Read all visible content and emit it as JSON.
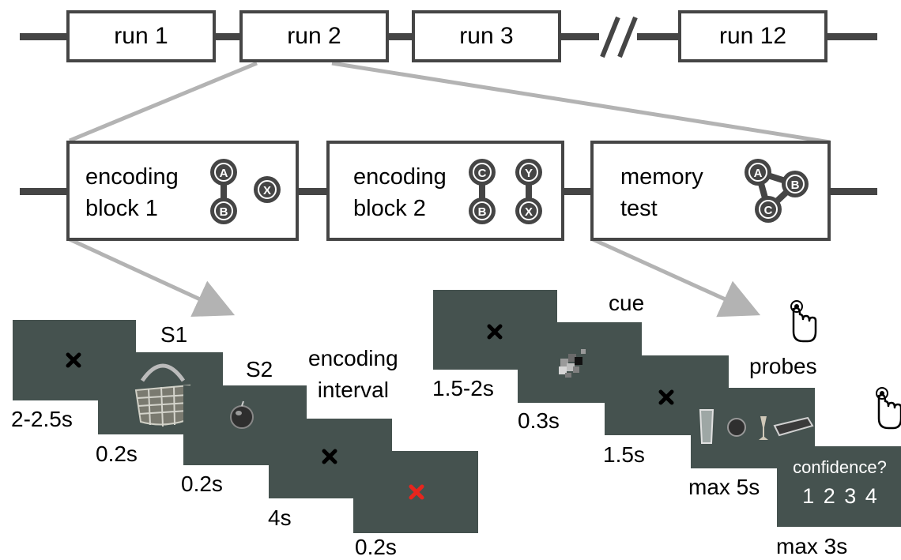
{
  "runs": [
    "run 1",
    "run 2",
    "run 3",
    "run 12"
  ],
  "blocks": {
    "encoding1": {
      "line1": "encoding",
      "line2": "block 1",
      "pairs": [
        [
          "A",
          "B"
        ]
      ],
      "single": "X"
    },
    "encoding2": {
      "line1": "encoding",
      "line2": "block 2",
      "pairs": [
        [
          "C",
          "B"
        ],
        [
          "Y",
          "X"
        ]
      ]
    },
    "memory": {
      "line1": "memory",
      "line2": "test",
      "triad": [
        "A",
        "B",
        "C"
      ]
    }
  },
  "encoding_sequence": {
    "labels": {
      "s1": "S1",
      "s2": "S2",
      "interval_line1": "encoding",
      "interval_line2": "interval"
    },
    "durations": [
      "2-2.5s",
      "0.2s",
      "0.2s",
      "4s",
      "0.2s"
    ]
  },
  "test_sequence": {
    "labels": {
      "cue": "cue",
      "probes": "probes",
      "confidence_question": "confidence?",
      "confidence_scale": "1 2 3 4"
    },
    "durations": [
      "1.5-2s",
      "0.3s",
      "1.5s",
      "max 5s",
      "max 3s"
    ]
  },
  "colors": {
    "line": "#454545",
    "screen": "#45524f",
    "arrow": "#b3b3b3",
    "fixation_red": "#e8251d"
  }
}
